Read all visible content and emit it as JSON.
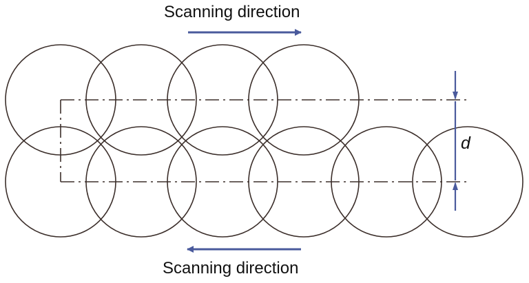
{
  "labels": {
    "top": "Scanning direction",
    "bottom": "Scanning direction",
    "pitch": "d"
  },
  "colors": {
    "circle_stroke": "#3b2e2a",
    "arrow": "#4a5a9c",
    "background": "#ffffff"
  },
  "diagram": {
    "top_row_circles": 4,
    "bottom_row_circles": 6,
    "top_direction": "right",
    "bottom_direction": "left",
    "line_style": "dash-dot"
  }
}
